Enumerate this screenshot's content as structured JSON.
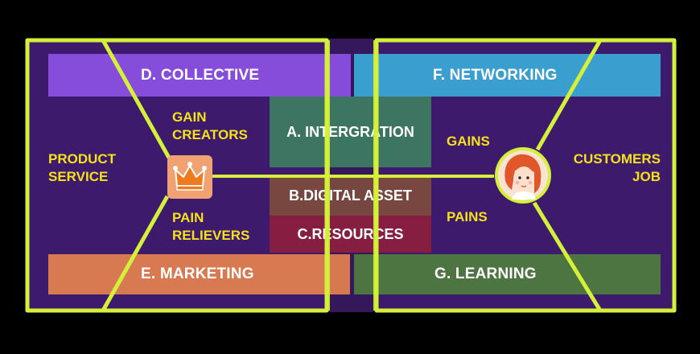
{
  "sections": {
    "collective": "D. COLLECTIVE",
    "networking": "F. NETWORKING",
    "integration": "A. INTERGRATION",
    "digital_asset": "B.DIGITAL ASSET",
    "resources": "C.RESOURCES",
    "marketing": "E. MARKETING",
    "learning": "G. LEARNING"
  },
  "left_labels": {
    "gain_creators": [
      "GAIN",
      "CREATORS"
    ],
    "pain_relievers": [
      "PAIN",
      "RELIEVERS"
    ],
    "product_service": [
      "PRODUCT",
      "SERVICE"
    ]
  },
  "right_labels": {
    "gains": "GAINS",
    "pains": "PAINS",
    "customers_job": [
      "CUSTOMERS",
      "JOB"
    ]
  },
  "icons": {
    "left": "crown-icon",
    "right": "customer-avatar-icon"
  },
  "colors": {
    "background": "#000000",
    "panel": "#3d1a6b",
    "frame_line": "#d4f03a",
    "label_yellow": "#f4e21a",
    "collective": "#8a4fe0",
    "networking": "#3aa6d4",
    "integration": "#3d7a62",
    "digital_asset": "#7a4a3e",
    "resources": "#8a1f3f",
    "marketing": "#e5824f",
    "learning": "#4e7a3f",
    "crown_box": "#f0a272"
  }
}
